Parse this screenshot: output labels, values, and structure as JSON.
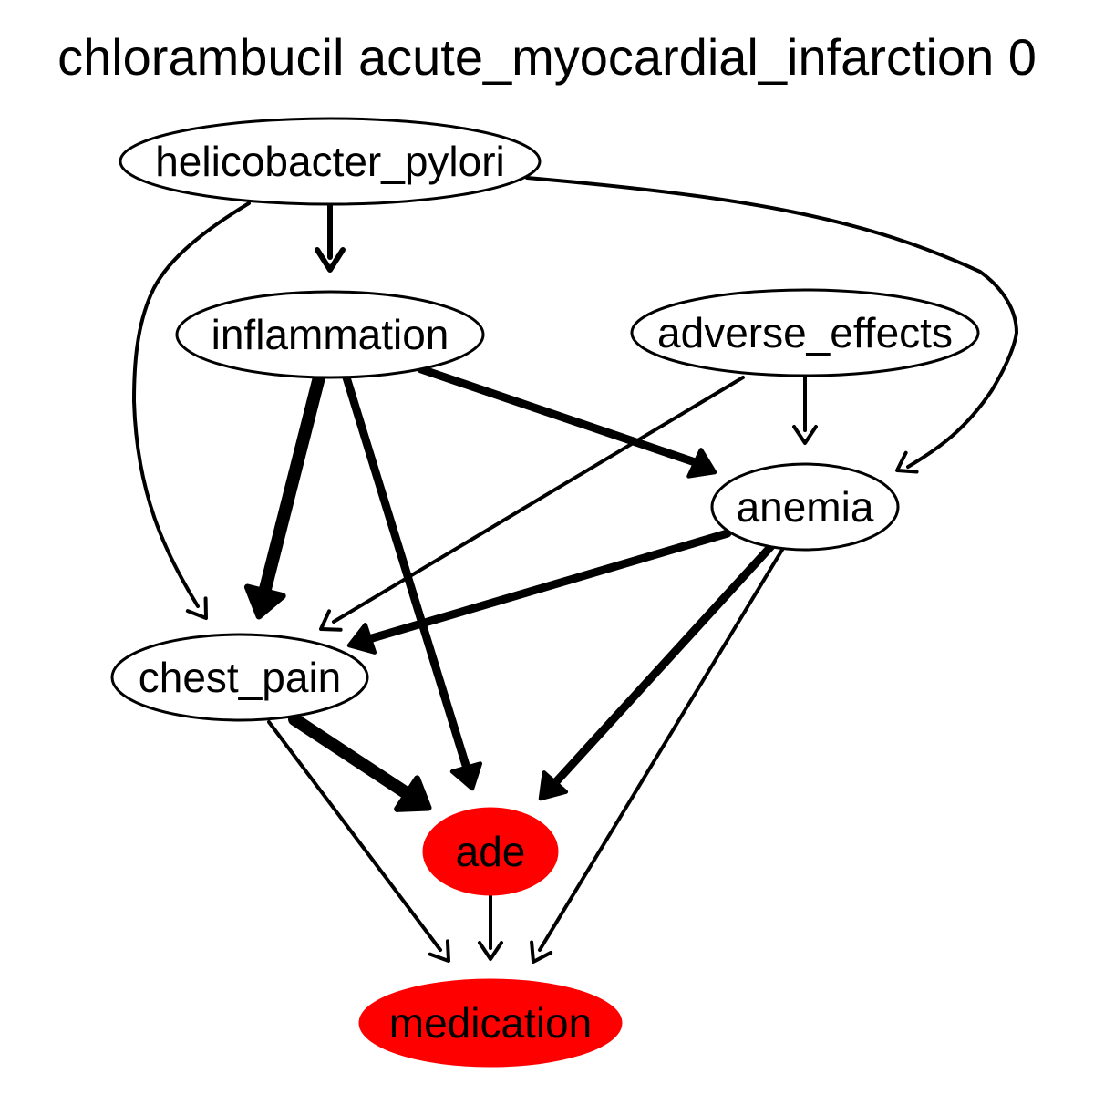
{
  "title": "chlorambucil acute_myocardial_infarction 0",
  "colors": {
    "highlight_fill": "#ff0000",
    "default_fill": "#ffffff",
    "stroke": "#000000"
  },
  "nodes": [
    {
      "id": "helicobacter_pylori",
      "label": "helicobacter_pylori",
      "highlighted": false
    },
    {
      "id": "inflammation",
      "label": "inflammation",
      "highlighted": false
    },
    {
      "id": "adverse_effects",
      "label": "adverse_effects",
      "highlighted": false
    },
    {
      "id": "anemia",
      "label": "anemia",
      "highlighted": false
    },
    {
      "id": "chest_pain",
      "label": "chest_pain",
      "highlighted": false
    },
    {
      "id": "ade",
      "label": "ade",
      "highlighted": true
    },
    {
      "id": "medication",
      "label": "medication",
      "highlighted": true
    }
  ],
  "edges": [
    {
      "from": "helicobacter_pylori",
      "to": "inflammation",
      "weight": "medium"
    },
    {
      "from": "helicobacter_pylori",
      "to": "chest_pain",
      "weight": "thin"
    },
    {
      "from": "helicobacter_pylori",
      "to": "anemia",
      "weight": "thin"
    },
    {
      "from": "inflammation",
      "to": "chest_pain",
      "weight": "heavy"
    },
    {
      "from": "inflammation",
      "to": "ade",
      "weight": "bold"
    },
    {
      "from": "inflammation",
      "to": "anemia",
      "weight": "bold"
    },
    {
      "from": "adverse_effects",
      "to": "anemia",
      "weight": "thin"
    },
    {
      "from": "adverse_effects",
      "to": "chest_pain",
      "weight": "thin"
    },
    {
      "from": "anemia",
      "to": "chest_pain",
      "weight": "bold"
    },
    {
      "from": "anemia",
      "to": "ade",
      "weight": "bold"
    },
    {
      "from": "anemia",
      "to": "medication",
      "weight": "thin"
    },
    {
      "from": "chest_pain",
      "to": "ade",
      "weight": "heavy"
    },
    {
      "from": "chest_pain",
      "to": "medication",
      "weight": "thin"
    },
    {
      "from": "ade",
      "to": "medication",
      "weight": "thin"
    }
  ]
}
